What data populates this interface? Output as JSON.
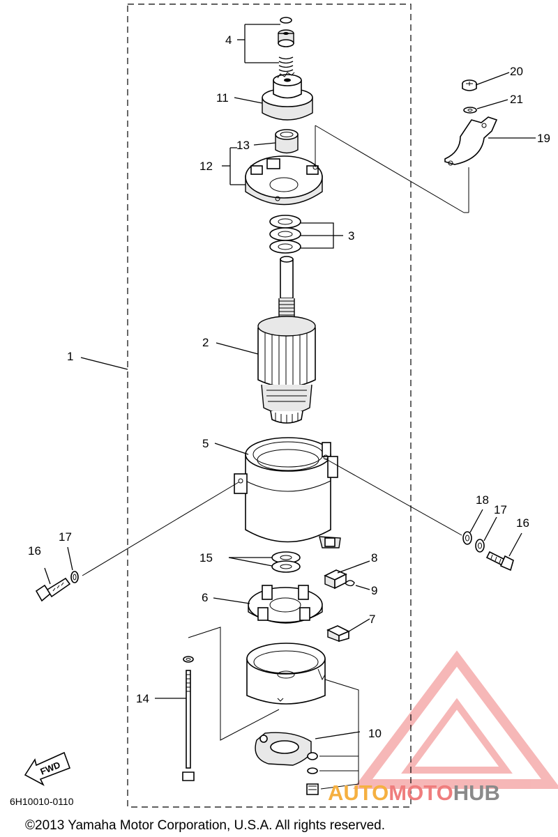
{
  "diagram": {
    "part_labels": [
      "1",
      "2",
      "3",
      "4",
      "5",
      "6",
      "7",
      "8",
      "9",
      "10",
      "11",
      "12",
      "13",
      "14",
      "15",
      "16",
      "17",
      "18",
      "16",
      "17",
      "19",
      "20",
      "21"
    ],
    "drawing_code": "6H10010-0110",
    "copyright": "©2013 Yamaha Motor Corporation, U.S.A. All rights reserved.",
    "direction_label": "FWD"
  },
  "watermark": {
    "part1": "AUTO",
    "part2": "MOTO",
    "part3": "HUB",
    "colors": {
      "auto": "#f5b041",
      "moto": "#ef7d7d",
      "hub": "#8a8a8a"
    }
  }
}
